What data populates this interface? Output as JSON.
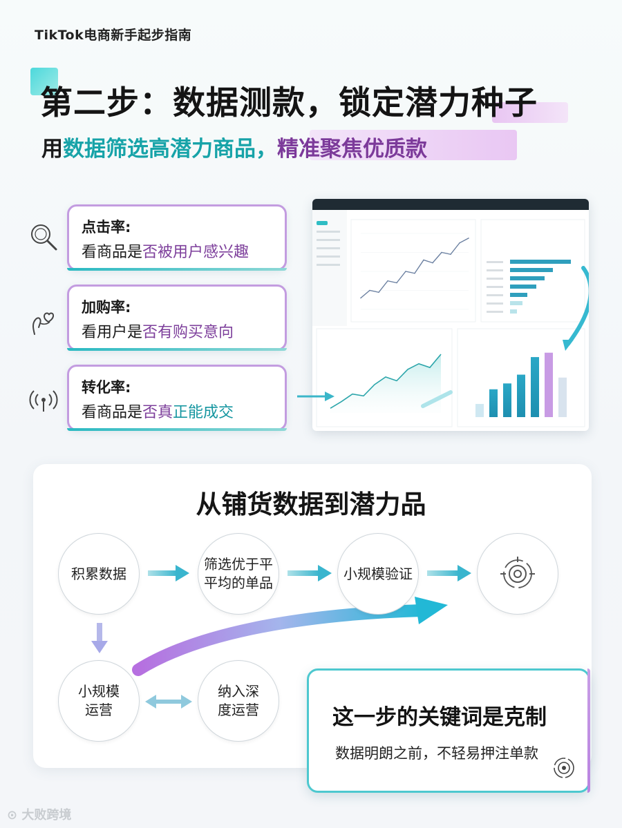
{
  "header": {
    "brand": "TikTok电商新手起步指南"
  },
  "title": "第二步：数据测款，锁定潜力种子",
  "subtitle": {
    "part1": "用",
    "part2": "数据筛选高潜力商品，",
    "part3": "精准聚焦优质款"
  },
  "metrics": [
    {
      "name": "点击率:",
      "desc_a": "看商品是",
      "desc_b": "否被",
      "desc_c": "用户感兴趣",
      "icon": "magnifier-icon"
    },
    {
      "name": "加购率:",
      "desc_a": "看用户是",
      "desc_b": "否有",
      "desc_c": "购买意向",
      "icon": "hand-heart-icon"
    },
    {
      "name": "转化率:",
      "desc_a": "看商品是",
      "desc_b": "否真",
      "desc_c": "正能成交",
      "icon": "signal-icon"
    }
  ],
  "dashboard": {
    "chart_data": [
      {
        "type": "line",
        "values": [
          12,
          20,
          18,
          30,
          28,
          40,
          38,
          52,
          49,
          60,
          58,
          70,
          75
        ]
      },
      {
        "type": "bar",
        "values": [
          88,
          62,
          50,
          38,
          25,
          18,
          10
        ]
      },
      {
        "type": "area",
        "values": [
          5,
          12,
          20,
          18,
          30,
          38,
          34,
          46,
          52,
          48,
          62
        ]
      },
      {
        "type": "bar",
        "values": [
          18,
          38,
          46,
          58,
          82,
          88,
          54
        ]
      }
    ]
  },
  "flow": {
    "title": "从铺货数据到潜力品",
    "steps": {
      "accumulate": "积累数据",
      "filter_1": "筛选优于平",
      "filter_2": "平均的单品",
      "verify": "小规模验证",
      "small_ops_1": "小规模",
      "small_ops_2": "运营",
      "deep_ops_1": "纳入深",
      "deep_ops_2": "度运营"
    },
    "target_icon": "target-icon"
  },
  "key_card": {
    "title": "这一步的关键词是克制",
    "desc": "数据明朗之前，不轻易押注单款",
    "icon": "spiral-target-icon"
  },
  "watermark": "大败跨境",
  "colors": {
    "teal": "#17a3a8",
    "purple": "#7c3a9a",
    "accent_light": "#e9c7f3"
  }
}
